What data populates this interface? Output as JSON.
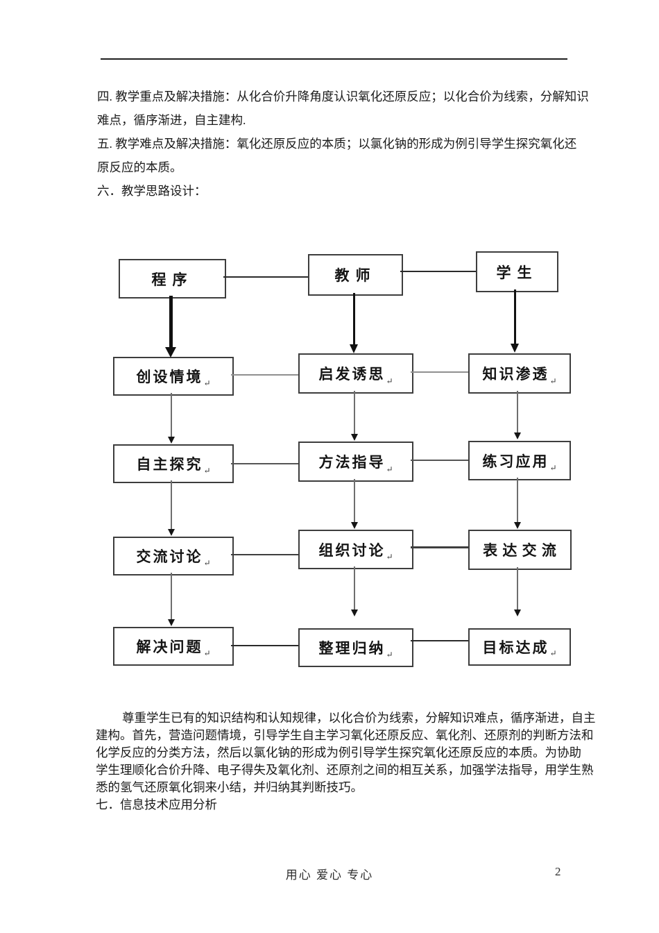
{
  "para1": {
    "lines": [
      "四. 教学重点及解决措施：从化合价升降角度认识氧化还原反应；以化合价为线索，分解知识",
      "难点，循序渐进，自主建构.",
      "五. 教学难点及解决措施：氧化还原反应的本质；以氯化钠的形成为例引导学生探究氧化还",
      "原反应的本质。",
      "六．教学思路设计："
    ]
  },
  "flowchart": {
    "return_mark": "↵",
    "nodes": {
      "r1c1": "程序",
      "r1c2": "教师",
      "r1c3": "学生",
      "r2c1": "创设情境",
      "r2c2": "启发诱思",
      "r2c3": "知识渗透",
      "r3c1": "自主探究",
      "r3c2": "方法指导",
      "r3c3": "练习应用",
      "r4c1": "交流讨论",
      "r4c2": "组织讨论",
      "r4c3": "表 达 交 流",
      "r5c1": "解决问题",
      "r5c2": "整理归纳",
      "r5c3": "目标达成"
    },
    "flows": [
      "程序 → 创设情境 → 自主探究 → 交流讨论 → 解决问题",
      "教师 → 启发诱思 → 方法指导 → 组织讨论 → 整理归纳",
      "学生 → 知识渗透 → 练习应用 → 表达交流 → 目标达成"
    ]
  },
  "para2": {
    "lines": [
      "尊重学生已有的知识结构和认知规律，以化合价为线索，分解知识难点，循序渐进，自主",
      "建构。首先，营造问题情境，引导学生自主学习氧化还原反应、氧化剂、还原剂的判断方法和",
      "化学反应的分类方法，然后以氯化钠的形成为例引导学生探究氧化还原反应的本质。为协助",
      "学生理顺化合价升降、电子得失及氧化剂、还原剂之间的相互关系，加强学法指导，用学生熟",
      "悉的氢气还原氧化铜来小结，并归纳其判断技巧。",
      "七．信息技术应用分析"
    ]
  },
  "footer": {
    "motto": "用心  爱心  专心",
    "page_number": "2"
  }
}
